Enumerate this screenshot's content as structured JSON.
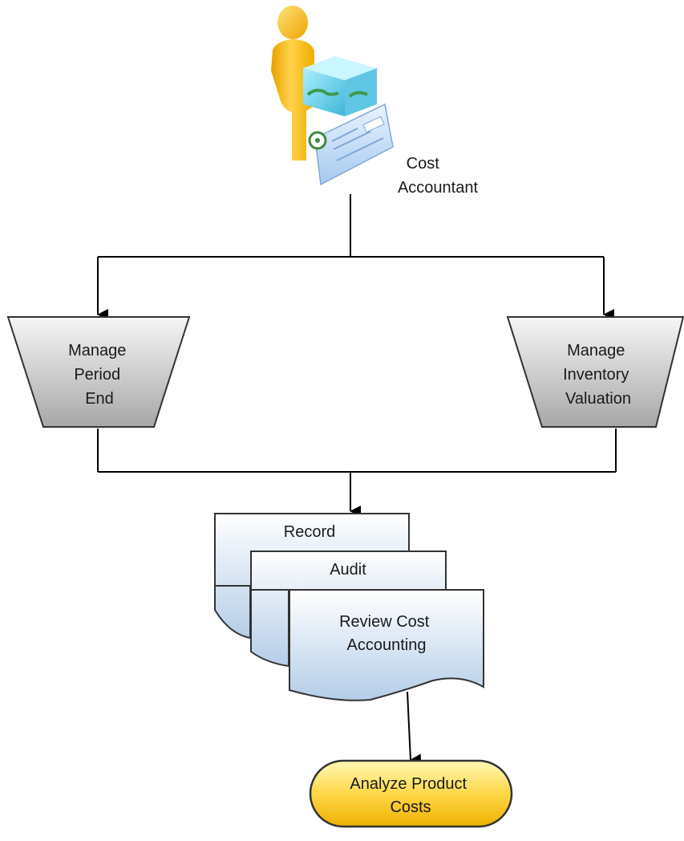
{
  "actor": {
    "label_lines": [
      "Cost",
      "Accountant"
    ],
    "icon": "cost-accountant-person-icon"
  },
  "tasks": {
    "left": {
      "lines": [
        "Manage",
        "Period",
        "End"
      ]
    },
    "right": {
      "lines": [
        "Manage",
        "Inventory",
        "Valuation"
      ]
    }
  },
  "documents": [
    {
      "lines": [
        "Record"
      ]
    },
    {
      "lines": [
        "Audit"
      ]
    },
    {
      "lines": [
        "Review Cost",
        "Accounting"
      ]
    }
  ],
  "outcome": {
    "lines": [
      "Analyze Product",
      "Costs"
    ]
  },
  "colors": {
    "connector": "#000000",
    "task_fill_light": "#f4f4f4",
    "task_fill_dark": "#a9a9a9",
    "document_fill_light": "#ffffff",
    "document_fill_dark": "#b7cfe8",
    "outcome_fill_light": "#fff7b0",
    "outcome_fill_dark": "#f0b400",
    "outline": "#333333"
  }
}
